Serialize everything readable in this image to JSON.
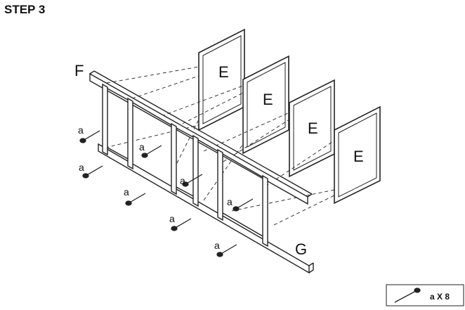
{
  "step": {
    "title": "STEP 3"
  },
  "parts": {
    "frame_front_label": "F",
    "frame_back_label": "G",
    "panel_label": "E",
    "screw_label": "a"
  },
  "legend": {
    "text": "a X 8",
    "icon": "screw-icon"
  },
  "colors": {
    "line": "#222222",
    "panel": "#ffffff"
  }
}
